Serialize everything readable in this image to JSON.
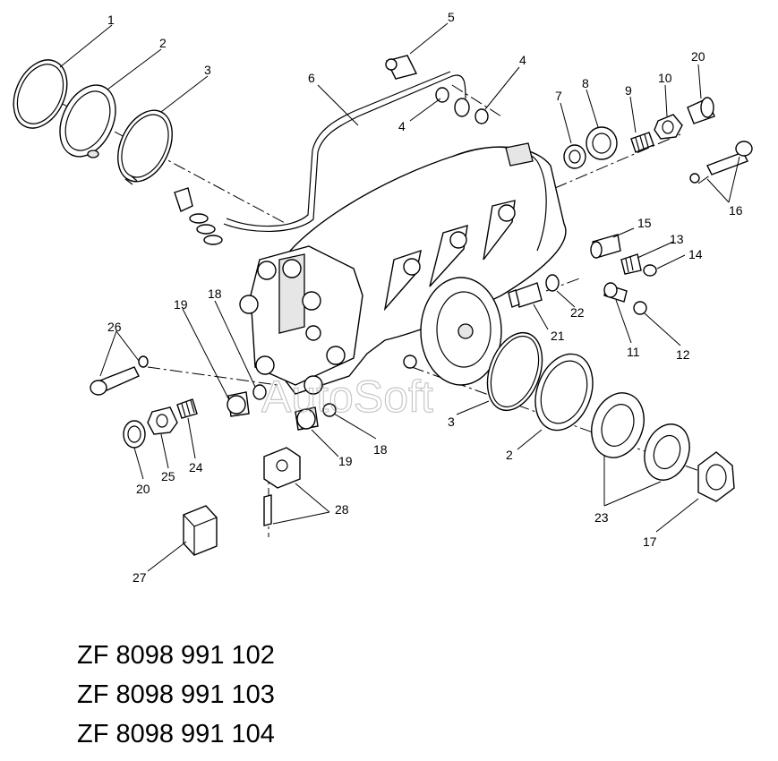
{
  "diagram": {
    "watermark": "AutoSoft",
    "callouts": {
      "c1": "1",
      "c2a": "2",
      "c3a": "3",
      "c4a": "4",
      "c4b": "4",
      "c5": "5",
      "c6": "6",
      "c7": "7",
      "c8": "8",
      "c9": "9",
      "c10": "10",
      "c20a": "20",
      "c16": "16",
      "c15": "15",
      "c13": "13",
      "c14": "14",
      "c22": "22",
      "c21": "21",
      "c11": "11",
      "c12": "12",
      "c18a": "18",
      "c19a": "19",
      "c26": "26",
      "c3b": "3",
      "c2b": "2",
      "c23": "23",
      "c17": "17",
      "c18b": "18",
      "c19b": "19",
      "c20b": "20",
      "c25": "25",
      "c24": "24",
      "c28": "28",
      "c27": "27"
    }
  },
  "part_numbers": [
    "ZF 8098 991 102",
    "ZF 8098 991 103",
    "ZF 8098 991 104"
  ]
}
